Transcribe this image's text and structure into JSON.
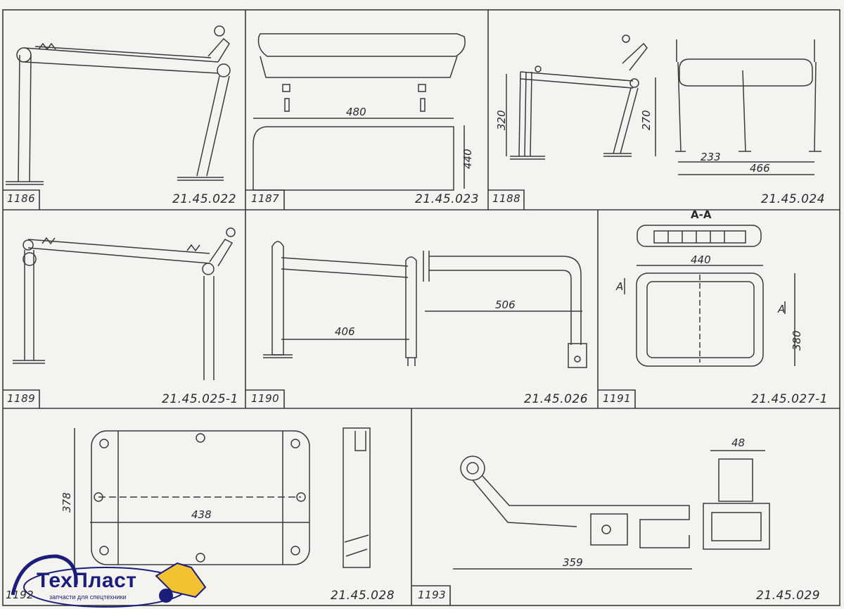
{
  "panels": [
    {
      "number": "1186",
      "code": "21.45.022"
    },
    {
      "number": "1187",
      "code": "21.45.023"
    },
    {
      "number": "1188",
      "code": "21.45.024"
    },
    {
      "number": "1189",
      "code": "21.45.025-1"
    },
    {
      "number": "1190",
      "code": "21.45.026"
    },
    {
      "number": "1191",
      "code": "21.45.027-1"
    },
    {
      "number": "1192",
      "code": "21.45.028"
    },
    {
      "number": "1193",
      "code": "21.45.029"
    }
  ],
  "dimensions": {
    "p1187_width": "480",
    "p1187_height": "440",
    "p1188_h1": "320",
    "p1188_h2": "270",
    "p1188_w1": "233",
    "p1188_w2": "466",
    "p1190_w1": "406",
    "p1190_w2": "506",
    "p1191_section": "А-А",
    "p1191_width": "440",
    "p1191_height": "380",
    "p1191_cut_left": "А",
    "p1191_cut_right": "А",
    "p1192_height": "378",
    "p1192_width": "438",
    "p1193_width": "48",
    "p1193_length": "359"
  },
  "logo": {
    "name": "ТехПласт",
    "subtitle": "запчасти для спецтехники",
    "colors": {
      "text": "#1b1d7a",
      "accent": "#f2c230"
    }
  }
}
